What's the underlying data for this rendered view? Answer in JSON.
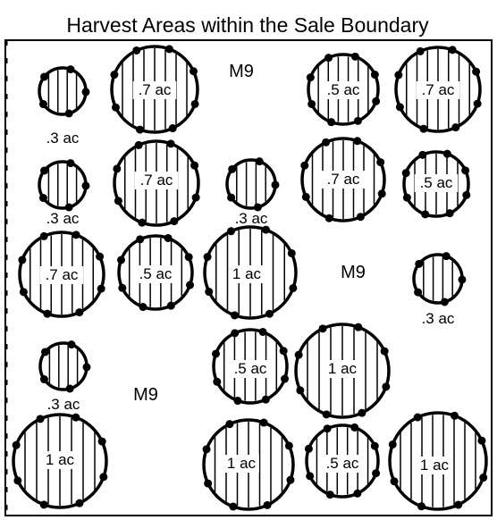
{
  "title": "Harvest Areas within the Sale Boundary",
  "zones": [
    "M9",
    "M9",
    "M9"
  ],
  "areas": [
    {
      "label": ".3 ac",
      "acres": 0.3
    },
    {
      "label": ".7 ac",
      "acres": 0.7
    },
    {
      "label": ".5 ac",
      "acres": 0.5
    },
    {
      "label": ".7 ac",
      "acres": 0.7
    },
    {
      "label": ".3 ac",
      "acres": 0.3
    },
    {
      "label": ".7 ac",
      "acres": 0.7
    },
    {
      "label": ".3 ac",
      "acres": 0.3
    },
    {
      "label": ".7 ac",
      "acres": 0.7
    },
    {
      "label": ".5 ac",
      "acres": 0.5
    },
    {
      "label": ".7 ac",
      "acres": 0.7
    },
    {
      "label": ".5 ac",
      "acres": 0.5
    },
    {
      "label": "1 ac",
      "acres": 1
    },
    {
      "label": ".3 ac",
      "acres": 0.3
    },
    {
      "label": ".3 ac",
      "acres": 0.3
    },
    {
      "label": ".5 ac",
      "acres": 0.5
    },
    {
      "label": "1 ac",
      "acres": 1
    },
    {
      "label": "1 ac",
      "acres": 1
    },
    {
      "label": "1 ac",
      "acres": 1
    },
    {
      "label": ".5 ac",
      "acres": 0.5
    },
    {
      "label": "1 ac",
      "acres": 1
    }
  ]
}
